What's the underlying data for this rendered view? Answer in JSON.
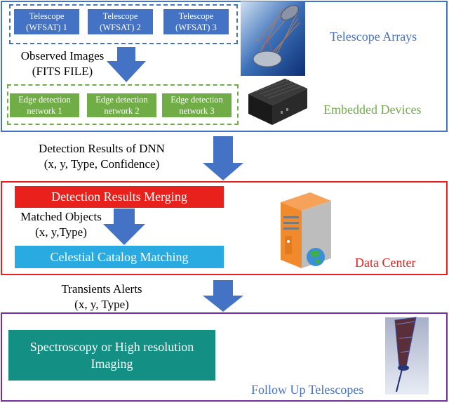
{
  "telescopes": [
    {
      "line1": "Telescope",
      "line2": "(WFSAT) 1"
    },
    {
      "line1": "Telescope",
      "line2": "(WFSAT) 2"
    },
    {
      "line1": "Telescope",
      "line2": "(WFSAT) 3"
    }
  ],
  "edge_networks": [
    {
      "line1": "Edge detection",
      "line2": "network 1"
    },
    {
      "line1": "Edge detection",
      "line2": "network 2"
    },
    {
      "line1": "Edge detection",
      "line2": "network 3"
    }
  ],
  "observed": {
    "line1": "Observed Images",
    "line2": "(FITS FILE)"
  },
  "telescope_arrays_label": "Telescope Arrays",
  "embedded_devices_label": "Embedded Devices",
  "dnn_results": {
    "line1": "Detection Results of DNN",
    "line2": "(x, y, Type, Confidence)"
  },
  "merging_label": "Detection Results Merging",
  "matched": {
    "line1": "Matched Objects",
    "line2": "(x, y,Type)"
  },
  "catalog_label": "Celestial Catalog Matching",
  "data_center_label": "Data Center",
  "alerts": {
    "line1": "Transients Alerts",
    "line2": "(x, y, Type)"
  },
  "followup_box": {
    "line1": "Spectroscopy or High resolution",
    "line2": "Imaging"
  },
  "followup_label": "Follow Up Telescopes",
  "colors": {
    "blue": "#4472c4",
    "green": "#70ad47",
    "red": "#e8211c",
    "purple": "#7030a0",
    "cyan": "#29abe2",
    "teal": "#148f83",
    "arrow": "#4472c4"
  }
}
